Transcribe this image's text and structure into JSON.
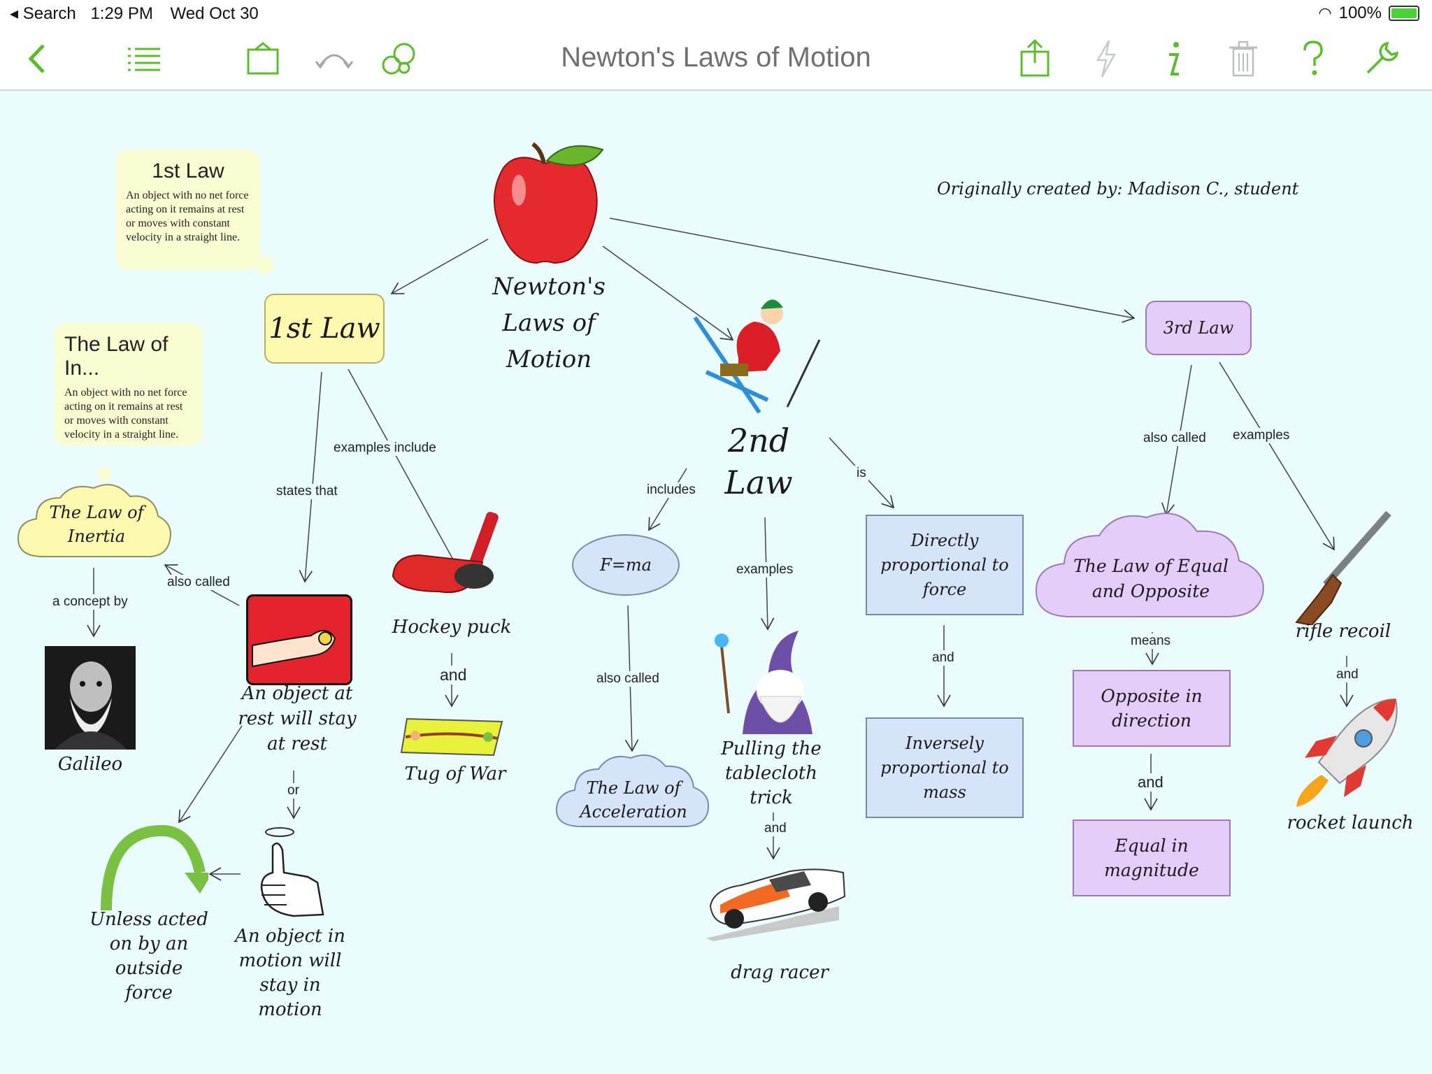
{
  "status": {
    "back_label": "Search",
    "time": "1:29 PM",
    "date": "Wed Oct 30",
    "battery": "100%"
  },
  "toolbar": {
    "title": "Newton's Laws of Motion",
    "accent": "#5bbd2c"
  },
  "map": {
    "credit": "Originally created by:  Madison C., student",
    "center": "Newton's Laws of Motion",
    "first_law": "1st Law",
    "callout1": {
      "title": "1st Law",
      "body": "An object with no net force acting on it remains at rest or moves with constant velocity in a straight line."
    },
    "callout2": {
      "title": "The Law of In...",
      "body": "An object with no net force acting on it remains at rest or moves with constant velocity in a straight line."
    },
    "law_inertia": "The Law of Inertia",
    "galileo": "Galileo",
    "obj_rest": "An object at rest will stay at rest",
    "obj_motion": "An object in motion will stay in motion",
    "unless": "Unless acted on by an outside force",
    "hockey": "Hockey puck",
    "tug": "Tug of War",
    "second_law": "2nd Law",
    "fma": "F=ma",
    "law_accel": "The Law of Acceleration",
    "tablecloth": "Pulling the tablecloth trick",
    "drag": "drag racer",
    "direct": "Directly proportional to force",
    "inverse": "Inversely proportional to mass",
    "third_law": "3rd Law",
    "equal_opp": "The Law of Equal and Opposite",
    "opp_dir": "Opposite in direction",
    "equal_mag": "Equal in magnitude",
    "rifle": "rifle recoil",
    "rocket": "rocket launch",
    "labels": {
      "states_that": "states that",
      "examples_include": "examples include",
      "also_called": "also called",
      "concept_by": "a concept by",
      "or": "or",
      "and": "and",
      "includes": "includes",
      "examples": "examples",
      "is": "is",
      "means": "means"
    }
  }
}
